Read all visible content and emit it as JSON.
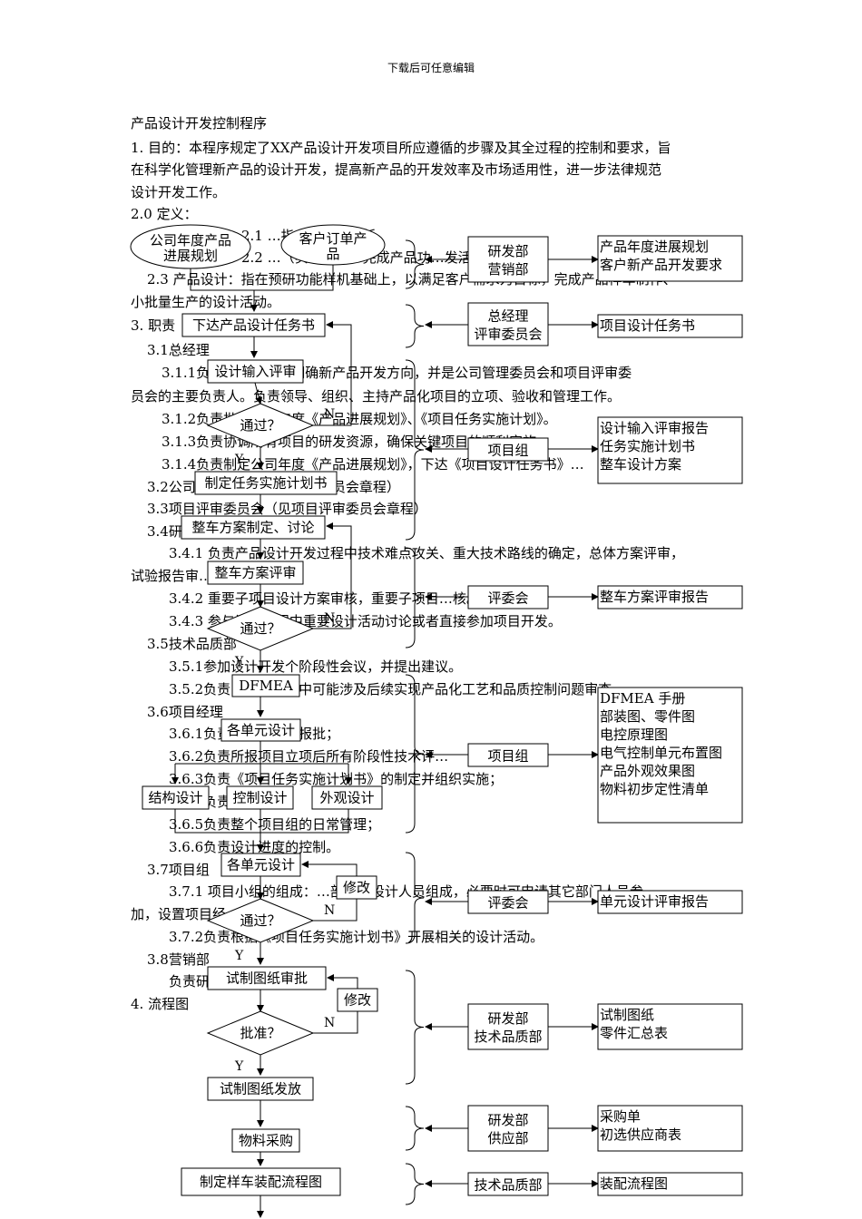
{
  "header": "下载后可任意编辑",
  "title": "产品设计开发控制程序",
  "body_lines": [
    "1. 目的：本程序规定了XX产品设计开发项目所应遵循的步骤及其全过程的控制和要求，旨",
    "在科学化管理新产品的设计开发，提高新产品的开发效率及市场适用性，进一步法律规范",
    "设计开发工作。",
    "2.0 定义：",
    "2.1 …指在失效…分析。",
    "2.2 …（实现）…，完成产品功…发活动。",
    "2.3  产品设计：指在预研功能样机基础上，以满足客户需求为目标，完成产品样车制作、",
    "小批量生产的设计活动。",
    "3. 职责",
    "3.1总经理",
    "3.1.1负责…战略规划明确新产品开发方向，并是公司管理委员会和项目评审委",
    "员会的主要负责人。负责领导、组织、主持产品化项目的立项、验收和管理工作。",
    "3.1.2负责批准…司年度《产品进展规划》、《项目任务实施计划》。",
    "3.1.3负责协调所有项目的研发资源，确保关键项目的顺利实施。",
    "3.1.4负责制定公司年度《产品进展规划》，下达《项目设计任务书》…",
    "3.2公司管理委员会（见管理委员会章程）",
    "3.3项目评审委员会（见项目评审委员会章程）",
    "3.4研…",
    "3.4.1 负责产品设计开发过程中技术难点攻关、重大技术路线的确定，总体方案评审，",
    "试验报告审…",
    "3.4.2 重要子项目设计方案审核，重要子项目…核。",
    "3.4.3 参与设计过程中重要设计活动讨论或者直接参加项目开发。",
    "3.5技术品质部",
    "3.5.1参加设计开发个阶段性会议，并提出建议。",
    "3.5.2负责…开发过程中可能涉及后续实现产品化工艺和品质控制问题审查。",
    "3.6项目经理",
    "3.6.1负责…的撰写并报批；",
    "3.6.2负责所报项目立项后所有阶段性技术评…",
    "3.6.3负责《项目任务实施计划书》的制定并组织实施；",
    "3.6.4负责…输…",
    "3.6.5负责整个项目组的日常管理；",
    "3.6.6负责设计进度的控制。",
    "3.7项目组",
    "3.7.1  项目小组的组成：…部各类设计人员组成，必要时可申请其它部门人员参",
    "加，设置项目经…",
    "3.7.2负责根据《项目任务实施计划书》开展相关的设计活动。",
    "3.8营销部",
    "负责研…的设计要求。",
    "4. 流程图"
  ],
  "flowchart": {
    "start_nodes": [
      "公司年度产品进展规划",
      "客户订单产品"
    ],
    "steps": {
      "issue_task": "下达产品设计任务书",
      "input_review": "设计输入评审",
      "pass1": "通过？",
      "make_plan": "制定任务实施计划书",
      "vehicle_plan": "整车方案制定、讨论",
      "vehicle_review": "整车方案评审",
      "pass2": "通过？",
      "dfmea": "DFMEA",
      "unit_design_1": "各单元设计",
      "struct_design": "结构设计",
      "control_design": "控制设计",
      "appearance_design": "外观设计",
      "unit_design_2": "各单元设计",
      "modify_1": "修改",
      "pass3": "通过？",
      "drawing_approval": "试制图纸审批",
      "modify_2": "修改",
      "approve": "批准？",
      "drawing_release": "试制图纸发放",
      "procurement": "物料采购",
      "assembly_flow": "制定样车装配流程图"
    },
    "yes_label": "Y",
    "no_label": "N",
    "departments": [
      [
        "研发部",
        "营销部"
      ],
      [
        "总经理",
        "评审委员会"
      ],
      [
        "项目组"
      ],
      [
        "评委会"
      ],
      [
        "项目组"
      ],
      [
        "评委会"
      ],
      [
        "研发部",
        "技术品质部"
      ],
      [
        "研发部",
        "供应部"
      ],
      [
        "技术品质部"
      ]
    ],
    "outputs": [
      [
        "产品年度进展规划",
        "客户新产品开发要求"
      ],
      [
        "项目设计任务书"
      ],
      [
        "设计输入评审报告",
        "任务实施计划书",
        "整车设计方案"
      ],
      [
        "整车方案评审报告"
      ],
      [
        "DFMEA 手册",
        "部装图、零件图",
        "电控原理图",
        "电气控制单元布置图",
        "产品外观效果图",
        "物料初步定性清单"
      ],
      [
        "单元设计评审报告"
      ],
      [
        "试制图纸",
        "零件汇总表"
      ],
      [
        "采购单",
        "初选供应商表"
      ],
      [
        "装配流程图"
      ]
    ]
  }
}
